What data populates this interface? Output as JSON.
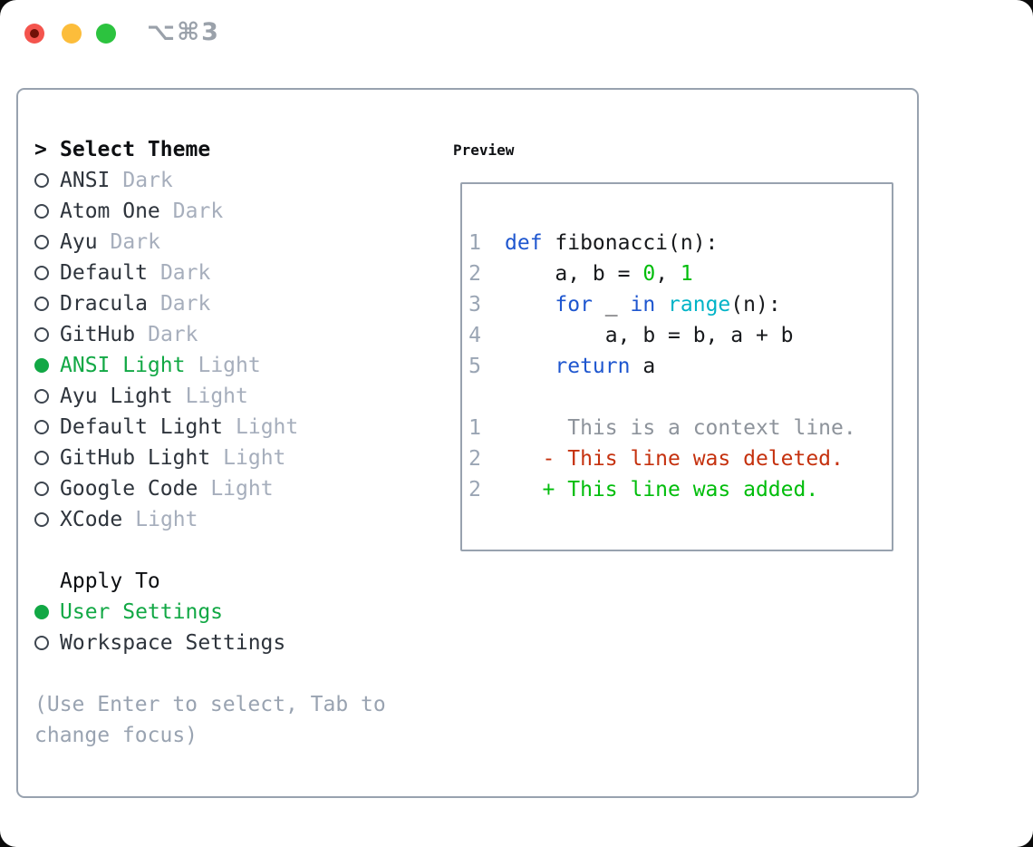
{
  "window": {
    "title": "⌥⌘3",
    "traffic_lights": [
      "close",
      "minimize",
      "zoom"
    ]
  },
  "colors": {
    "accent_green": "#12a845",
    "diff_green": "#00bd0b",
    "diff_red": "#c5310e",
    "keyword_blue": "#1e56cf",
    "function_cyan": "#00b3c7",
    "line_number_gray": "#9aa5b4",
    "context_gray": "#8d939b",
    "tag_gray": "#a6aebc",
    "hint_gray": "#99a3b1",
    "panel_border": "#98a2af",
    "traffic_red": "#f4544d",
    "traffic_yellow": "#fcbd3b",
    "traffic_green": "#2cc33f"
  },
  "theme_picker": {
    "header": {
      "prompt": ">",
      "label": "Select Theme"
    },
    "items": [
      {
        "name": "ANSI",
        "tag": "Dark",
        "selected": false
      },
      {
        "name": "Atom One",
        "tag": "Dark",
        "selected": false
      },
      {
        "name": "Ayu",
        "tag": "Dark",
        "selected": false
      },
      {
        "name": "Default",
        "tag": "Dark",
        "selected": false
      },
      {
        "name": "Dracula",
        "tag": "Dark",
        "selected": false
      },
      {
        "name": "GitHub",
        "tag": "Dark",
        "selected": false
      },
      {
        "name": "ANSI Light",
        "tag": "Light",
        "selected": true
      },
      {
        "name": "Ayu Light",
        "tag": "Light",
        "selected": false
      },
      {
        "name": "Default Light",
        "tag": "Light",
        "selected": false
      },
      {
        "name": "GitHub Light",
        "tag": "Light",
        "selected": false
      },
      {
        "name": "Google Code",
        "tag": "Light",
        "selected": false
      },
      {
        "name": "XCode",
        "tag": "Light",
        "selected": false
      }
    ],
    "apply_to": {
      "label": "Apply To",
      "options": [
        {
          "name": "User Settings",
          "selected": true
        },
        {
          "name": "Workspace Settings",
          "selected": false
        }
      ]
    },
    "hint": "(Use Enter to select, Tab to change focus)"
  },
  "preview": {
    "label": "Preview",
    "lines": [
      {
        "num": "1",
        "tokens": [
          {
            "text": "def ",
            "color": "blue"
          },
          {
            "text": "fibonacci(n):",
            "color": "fg"
          }
        ]
      },
      {
        "num": "2",
        "tokens": [
          {
            "text": "    a, b = ",
            "color": "fg"
          },
          {
            "text": "0",
            "color": "green"
          },
          {
            "text": ", ",
            "color": "fg"
          },
          {
            "text": "1",
            "color": "green"
          }
        ]
      },
      {
        "num": "3",
        "tokens": [
          {
            "text": "    ",
            "color": "fg"
          },
          {
            "text": "for",
            "color": "blue"
          },
          {
            "text": " _ ",
            "color": "fg"
          },
          {
            "text": "in",
            "color": "blue"
          },
          {
            "text": " ",
            "color": "fg"
          },
          {
            "text": "range",
            "color": "cyan"
          },
          {
            "text": "(n):",
            "color": "fg"
          }
        ]
      },
      {
        "num": "4",
        "tokens": [
          {
            "text": "        a, b = b, a + b",
            "color": "fg"
          }
        ]
      },
      {
        "num": "5",
        "tokens": [
          {
            "text": "    ",
            "color": "fg"
          },
          {
            "text": "return",
            "color": "blue"
          },
          {
            "text": " a",
            "color": "fg"
          }
        ]
      },
      {
        "num": "",
        "tokens": []
      },
      {
        "num": "1",
        "tokens": [
          {
            "text": "     This is a context line.",
            "color": "ctx"
          }
        ]
      },
      {
        "num": "2",
        "tokens": [
          {
            "text": "   - This line was deleted.",
            "color": "red"
          }
        ]
      },
      {
        "num": "2",
        "tokens": [
          {
            "text": "   + This line was added.",
            "color": "green"
          }
        ]
      }
    ]
  }
}
